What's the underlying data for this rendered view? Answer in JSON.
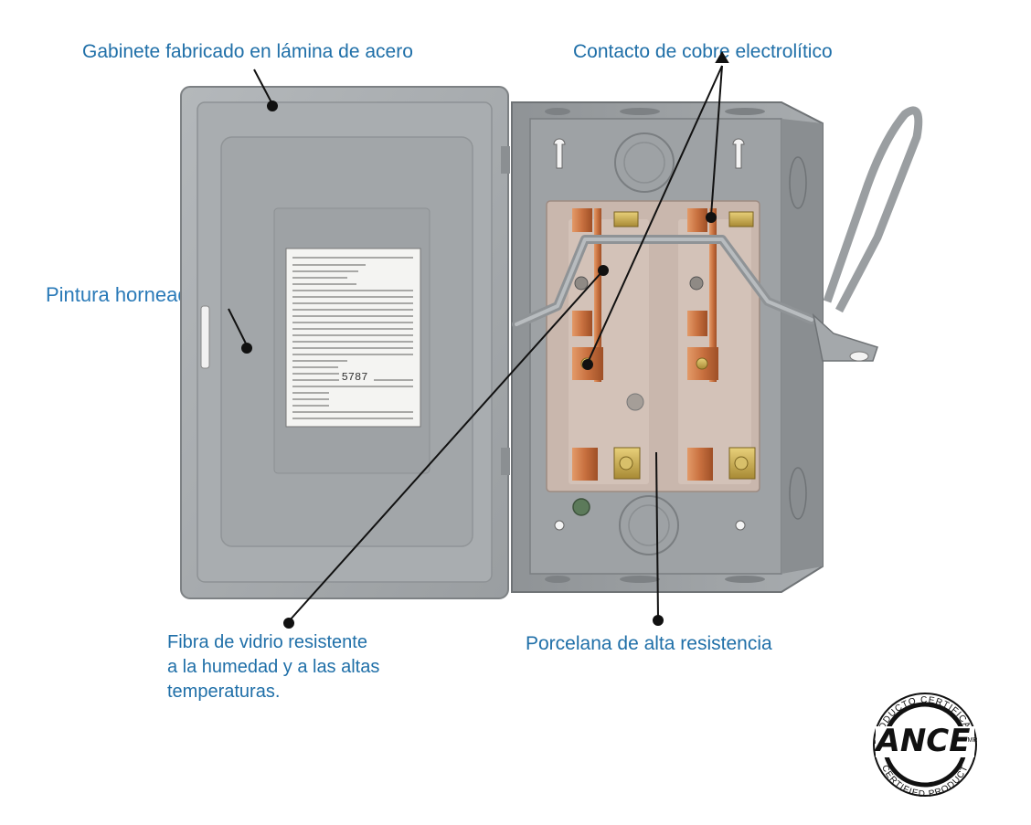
{
  "labels": {
    "gabinete": "Gabinete fabricado en lámina de acero",
    "contacto": "Contacto de cobre electrolítico",
    "pintura": "Pintura horneada electrostática",
    "fibra_line1": "Fibra  de  vidrio  resistente",
    "fibra_line2": "a la humedad y a las altas",
    "fibra_line3": "temperaturas.",
    "porcelana": "Porcelana de alta resistencia"
  },
  "device_label": {
    "number": "5787"
  },
  "seal": {
    "top_text": "PRODUCTO CERTIFICADO",
    "brand": "ANCE",
    "mark": "MR",
    "bottom_text": "CERTIFIED PRODUCT"
  },
  "colors": {
    "label_text": "#1f6fa8",
    "enclosure": "#a4a8ab",
    "copper": "#c8703f",
    "porcelain": "#c9b7ad"
  }
}
